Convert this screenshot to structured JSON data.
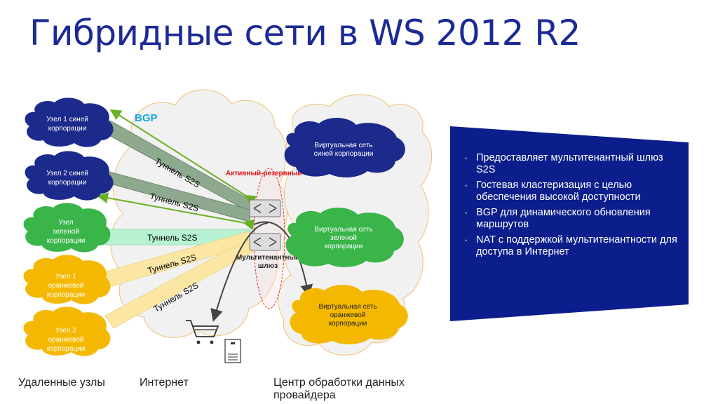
{
  "title": "Гибридные сети в WS 2012 R2",
  "diagram": {
    "remote_nodes": [
      {
        "lines": [
          "Узел 1 синей",
          "корпорации"
        ]
      },
      {
        "lines": [
          "Узел 2 синей",
          "корпорации"
        ]
      },
      {
        "lines": [
          "Узел",
          "зеленой",
          "корпорации"
        ]
      },
      {
        "lines": [
          "Узел 1",
          "оранжевой",
          "корпорации"
        ]
      },
      {
        "lines": [
          "Узел 2",
          "оранжевой",
          "корпорации"
        ]
      }
    ],
    "tunnel_labels": [
      "Туннель S2S",
      "Туннель S2S",
      "Туннель S2S",
      "Туннель S2S",
      "Туннель S2S"
    ],
    "bgp_label": "BGP",
    "active_standby_label": "Активный-резервный",
    "gateway_label_line1": "Мультитенантный",
    "gateway_label_line2": "шлюз",
    "virtual_networks": [
      {
        "lines": [
          "Виртуальная сеть",
          "синей корпорации"
        ]
      },
      {
        "lines": [
          "Виртуальная сеть",
          "зеленой",
          "корпорации"
        ]
      },
      {
        "lines": [
          "Виртуальная сеть",
          "оранжевой",
          "корпорации"
        ]
      }
    ]
  },
  "footer": {
    "remote": "Удаленные узлы",
    "internet": "Интернет",
    "datacenter_line1": "Центр обработки данных",
    "datacenter_line2": "провайдера"
  },
  "panel": {
    "bullets": [
      "Предоставляет мультитенантный шлюз S2S",
      "Гостевая кластеризация с целью обеспечения высокой доступности",
      "BGP для динамического обновления маршрутов",
      "NAT с поддержкой мультитенантности для доступа в Интернет"
    ]
  },
  "colors": {
    "title": "#1b2a96",
    "blue_node": "#1c2a8c",
    "green_node": "#3ab54a",
    "orange_node": "#f5b800",
    "panel": "#0b1e8c",
    "bgp": "#18a4e0",
    "red_text": "#e01010"
  }
}
